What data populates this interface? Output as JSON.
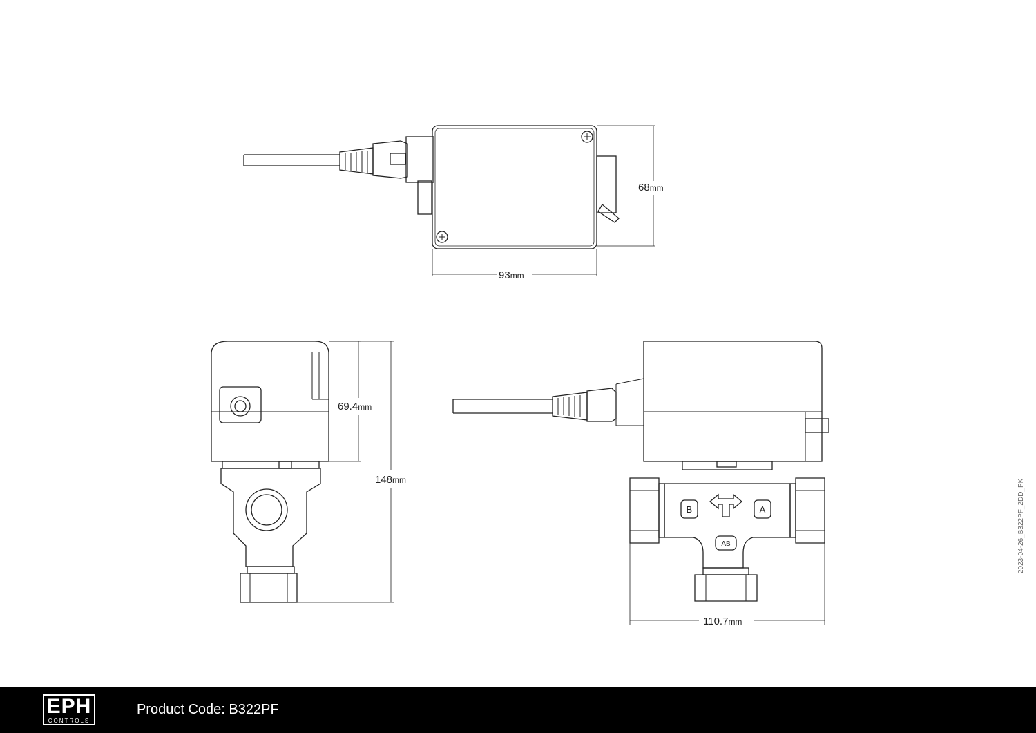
{
  "colors": {
    "line": "#222222",
    "body_fill": "#ffffff",
    "footer_bg": "#000000",
    "footer_text": "#ffffff"
  },
  "dimensions": {
    "top_width": {
      "value": "93",
      "unit": "mm"
    },
    "top_height": {
      "value": "68",
      "unit": "mm"
    },
    "side_actuator_height": {
      "value": "69.4",
      "unit": "mm"
    },
    "side_total_height": {
      "value": "148",
      "unit": "mm"
    },
    "front_width": {
      "value": "110.7",
      "unit": "mm"
    }
  },
  "port_labels": {
    "b": "B",
    "a": "A",
    "ab": "AB"
  },
  "side_code": "2023-04-26_B322PF_2DD_PK",
  "footer": {
    "logo_main": "EPH",
    "logo_sub": "CONTROLS",
    "product_code": "Product Code: B322PF"
  }
}
